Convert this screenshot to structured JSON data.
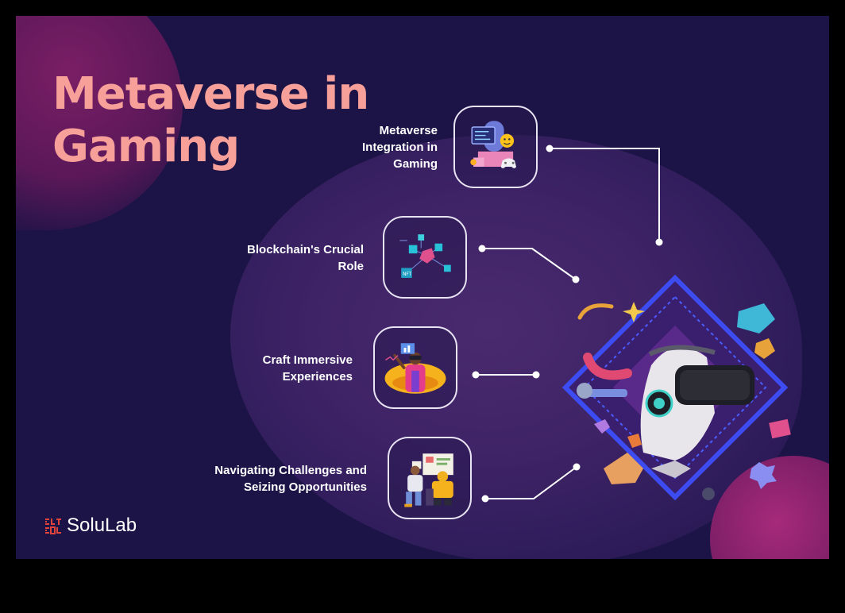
{
  "title": "Metaverse in Gaming",
  "items": [
    {
      "label": "Metaverse Integration in Gaming",
      "icon": "metaverse-integration-icon"
    },
    {
      "label": "Blockchain's Crucial Role",
      "icon": "blockchain-icon"
    },
    {
      "label": "Craft Immersive Experiences",
      "icon": "immersive-experience-icon"
    },
    {
      "label": "Navigating Challenges and Seizing Opportunities",
      "icon": "challenges-opportunities-icon"
    }
  ],
  "brand": {
    "name": "SoluLab",
    "mark": "SLT SOL"
  },
  "colors": {
    "background": "#1c1346",
    "title": "#f7a09a",
    "text": "#ffffff",
    "accent_pink": "#a62a7a"
  }
}
